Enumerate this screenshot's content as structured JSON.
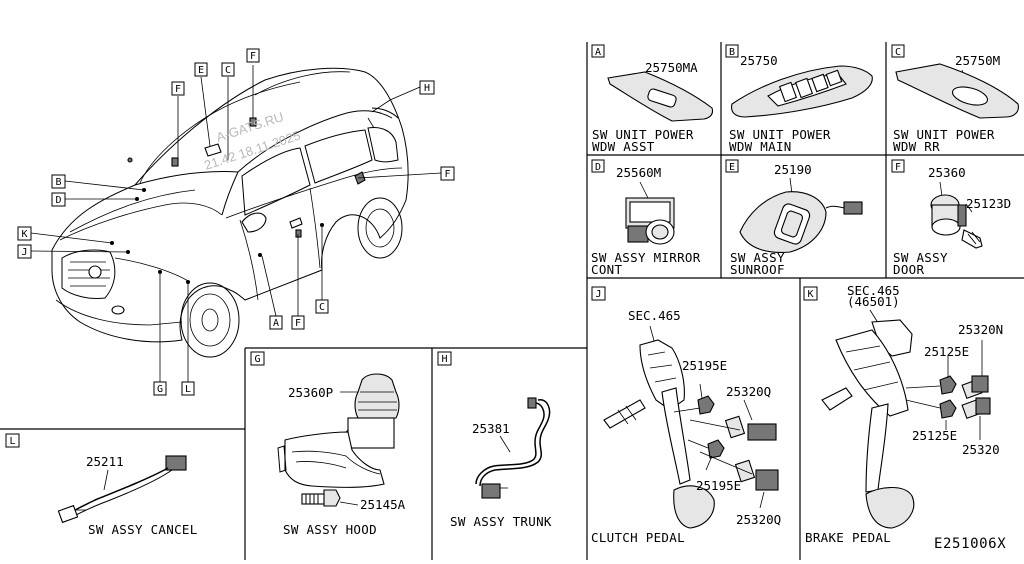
{
  "watermark": {
    "site": "A-GATS.RU",
    "stamp": "21.42 18.11.2025"
  },
  "diagram_code": "E251006X",
  "overview": {
    "callouts": {
      "F_top_left": "F",
      "E_top": "E",
      "C_top": "C",
      "F_top_right": "F",
      "H": "H",
      "B": "B",
      "D": "D",
      "F_right": "F",
      "K": "K",
      "J": "J",
      "A_bottom": "A",
      "F_bottom": "F",
      "C_bottom": "C",
      "G": "G",
      "L": "L"
    }
  },
  "panels": {
    "A": {
      "letter": "A",
      "part": "25750MA",
      "caption1": "SW UNIT POWER",
      "caption2": "WDW ASST"
    },
    "B": {
      "letter": "B",
      "part": "25750",
      "caption1": "SW UNIT POWER",
      "caption2": "WDW MAIN"
    },
    "C": {
      "letter": "C",
      "part": "25750M",
      "caption1": "SW UNIT POWER",
      "caption2": "WDW RR"
    },
    "D": {
      "letter": "D",
      "part": "25560M",
      "caption1": "SW ASSY MIRROR",
      "caption2": "CONT"
    },
    "E": {
      "letter": "E",
      "part": "25190",
      "caption1": "SW ASSY",
      "caption2": "SUNROOF"
    },
    "F": {
      "letter": "F",
      "part1": "25360",
      "part2": "25123D",
      "caption1": "SW ASSY",
      "caption2": "DOOR"
    },
    "G": {
      "letter": "G",
      "part1": "25360P",
      "part2": "25145A",
      "caption": "SW ASSY HOOD"
    },
    "H": {
      "letter": "H",
      "part": "25381",
      "caption": "SW ASSY TRUNK"
    },
    "J": {
      "letter": "J",
      "sec": "SEC.465",
      "part1": "25195E",
      "part2": "25320Q",
      "part3": "25195E",
      "part4": "25320Q",
      "caption": "CLUTCH PEDAL"
    },
    "K": {
      "letter": "K",
      "sec": "SEC.465",
      "sec_sub": "(46501)",
      "part1": "25320N",
      "part2": "25125E",
      "part3": "25125E",
      "part4": "25320",
      "caption": "BRAKE PEDAL"
    },
    "L": {
      "letter": "L",
      "part": "25211",
      "caption": "SW ASSY CANCEL"
    }
  }
}
